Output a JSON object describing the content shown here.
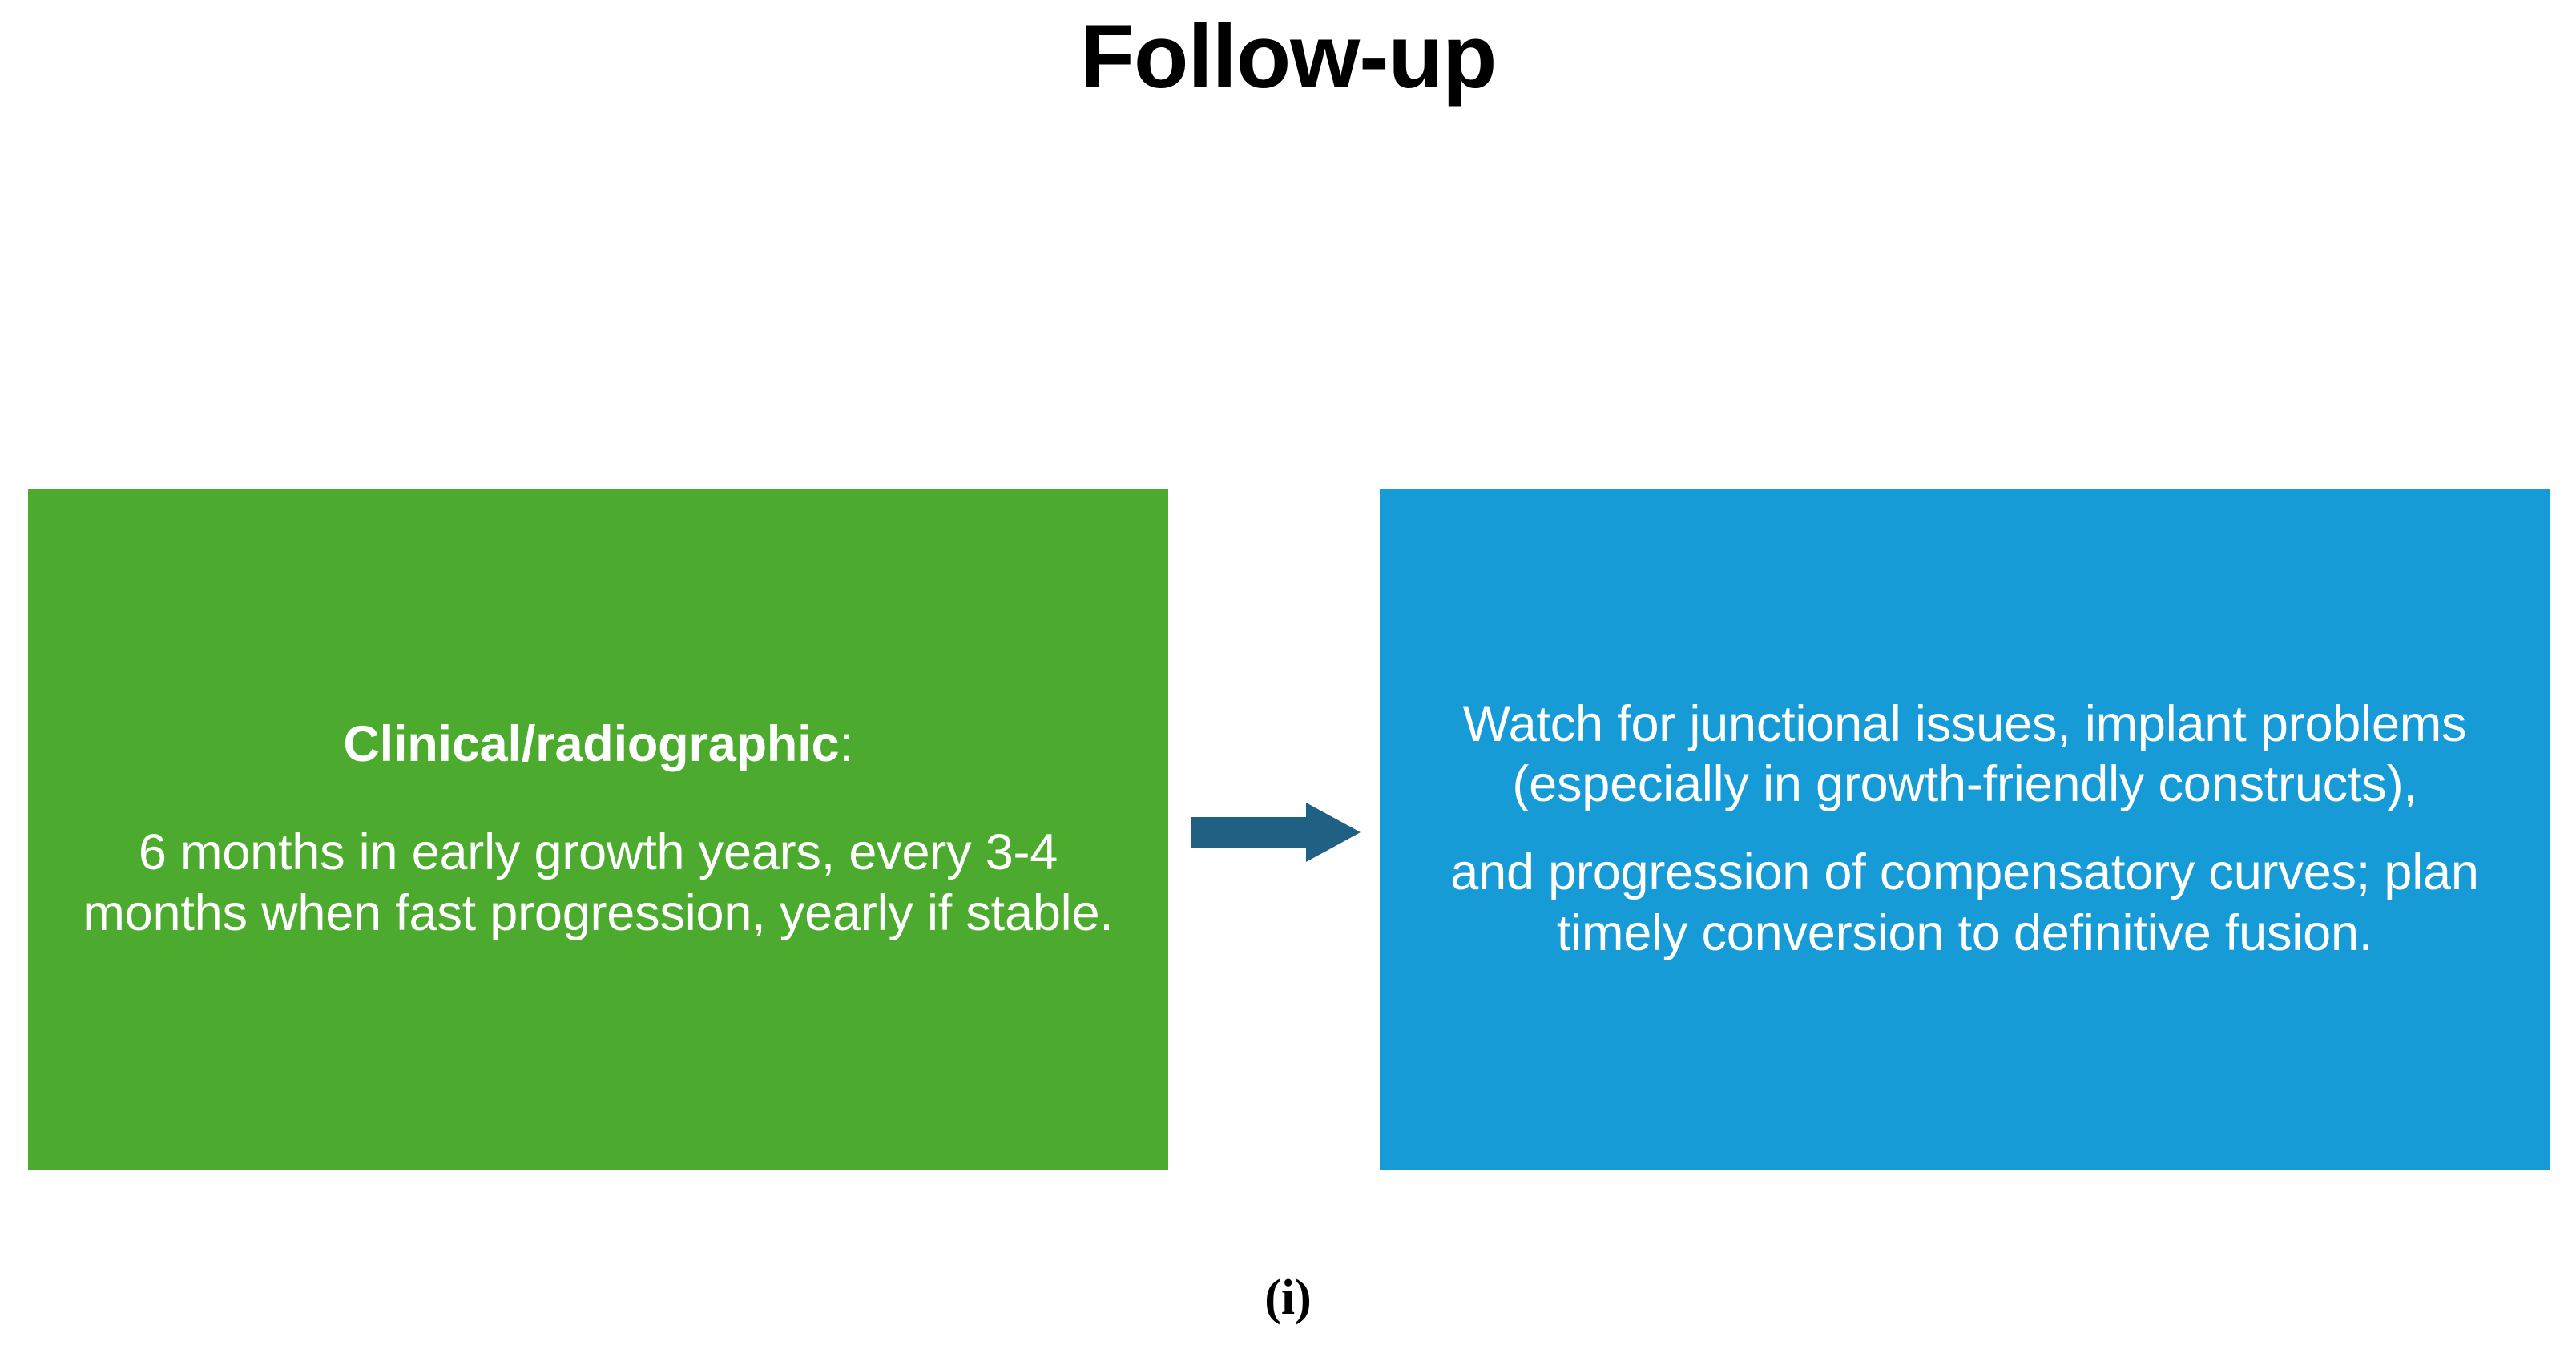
{
  "slide": {
    "title": "Follow-up",
    "background_color": "#FFFFFF",
    "caption": "(i)"
  },
  "flow": {
    "arrow": {
      "icon": "right-arrow-icon",
      "color": "#1F6083",
      "direction": "right"
    },
    "boxes": [
      {
        "id": "green-box",
        "color": "#4CAB2E",
        "text_color": "#FFFFFF",
        "heading": "Clinical/radiographic",
        "heading_colon": ":",
        "body": "6 months in early growth years, every 3-4 months when fast progression, yearly if stable."
      },
      {
        "id": "blue-box",
        "color": "#179BD7",
        "text_color": "#FFFFFF",
        "paragraph_1": "Watch for junctional issues, implant problems (especially in growth-friendly constructs),",
        "paragraph_2": "and progression of compensatory curves; plan timely conversion to definitive fusion."
      }
    ]
  }
}
